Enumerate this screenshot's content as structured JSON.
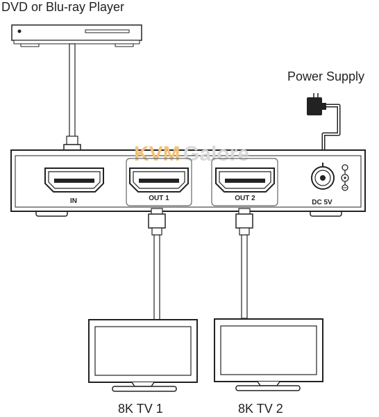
{
  "labels": {
    "source": "DVD or Blu-ray Player",
    "power": "Power Supply",
    "tv1": "8K TV 1",
    "tv2": "8K TV 2"
  },
  "ports": {
    "in": "IN",
    "out1": "OUT 1",
    "out2": "OUT 2",
    "dc": "DC 5V"
  },
  "watermark": {
    "brand_a": "KVM",
    "brand_b": "Galore",
    "color_a": "#f2c27a",
    "color_b": "#d9d9d9"
  }
}
